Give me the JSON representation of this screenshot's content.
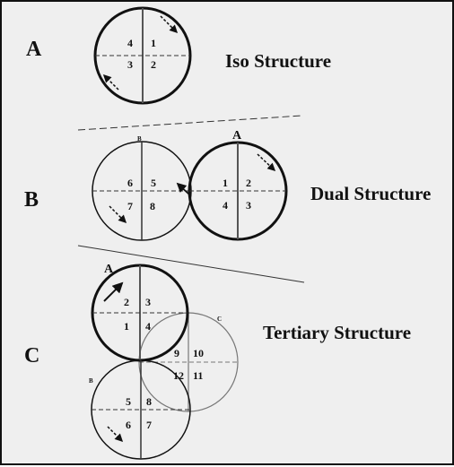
{
  "panels": [
    {
      "letter": "A",
      "title": "Iso Structure"
    },
    {
      "letter": "B",
      "title": "Dual Structure"
    },
    {
      "letter": "C",
      "title": "Tertiary Structure"
    }
  ],
  "iso": {
    "quadrants": [
      "1",
      "2",
      "3",
      "4"
    ]
  },
  "dual": {
    "circle_a": {
      "label": "A",
      "quadrants": [
        "1",
        "2",
        "3",
        "4"
      ]
    },
    "circle_b": {
      "label": "B",
      "quadrants": [
        "5",
        "6",
        "7",
        "8"
      ]
    }
  },
  "tertiary": {
    "circle_a": {
      "label": "A",
      "quadrants": [
        "1",
        "2",
        "3",
        "4"
      ]
    },
    "circle_b": {
      "label": "B",
      "quadrants": [
        "5",
        "6",
        "7",
        "8"
      ]
    },
    "circle_c": {
      "label": "C",
      "quadrants": [
        "9",
        "10",
        "11",
        "12"
      ]
    }
  },
  "colors": {
    "background": "#efefef",
    "ink": "#111111",
    "faint": "#777777"
  }
}
